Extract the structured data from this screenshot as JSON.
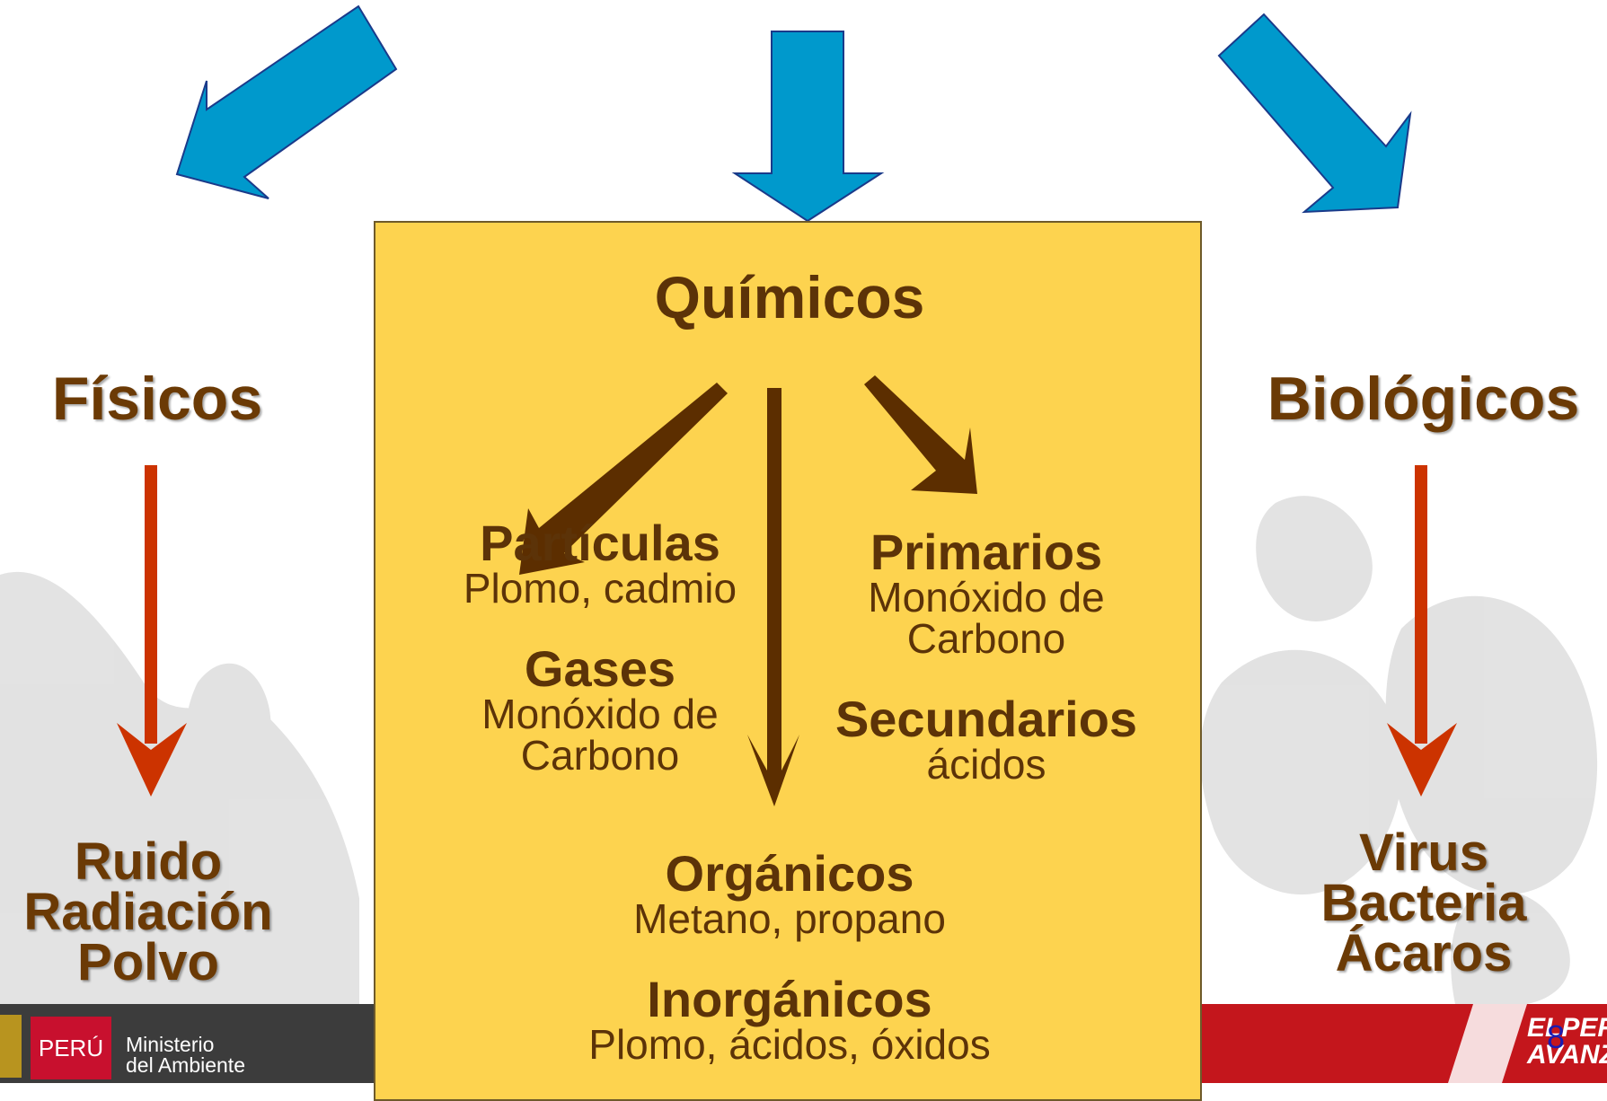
{
  "center": {
    "title": "Químicos",
    "particulas": {
      "head": "Partículas",
      "sub": "Plomo, cadmio"
    },
    "gases": {
      "head": "Gases",
      "sub1": "Monóxido de",
      "sub2": "Carbono"
    },
    "primarios": {
      "head": "Primarios",
      "sub1": "Monóxido de",
      "sub2": "Carbono"
    },
    "secundarios": {
      "head": "Secundarios",
      "sub": "ácidos"
    },
    "organicos": {
      "head": "Orgánicos",
      "sub": "Metano, propano"
    },
    "inorganicos": {
      "head": "Inorgánicos",
      "sub": "Plomo, ácidos, óxidos"
    }
  },
  "left": {
    "title": "Físicos",
    "items": [
      "Ruido",
      "Radiación",
      "Polvo"
    ]
  },
  "right": {
    "title": "Biológicos",
    "items": [
      "Virus",
      "Bacteria",
      "Ácaros"
    ]
  },
  "footer": {
    "country": "PERÚ",
    "ministry_line1": "Ministerio",
    "ministry_line2": "del Ambiente",
    "brand_line1": "ELPERÚ",
    "brand_line2": "AVANZA",
    "page_number": "8"
  },
  "colors": {
    "blue_arrow": "#0099cc",
    "red_arrow": "#cc3300",
    "brown_arrow": "#5c2e00",
    "box_fill": "#fdd34f",
    "text_brown": "#6b3a05"
  }
}
